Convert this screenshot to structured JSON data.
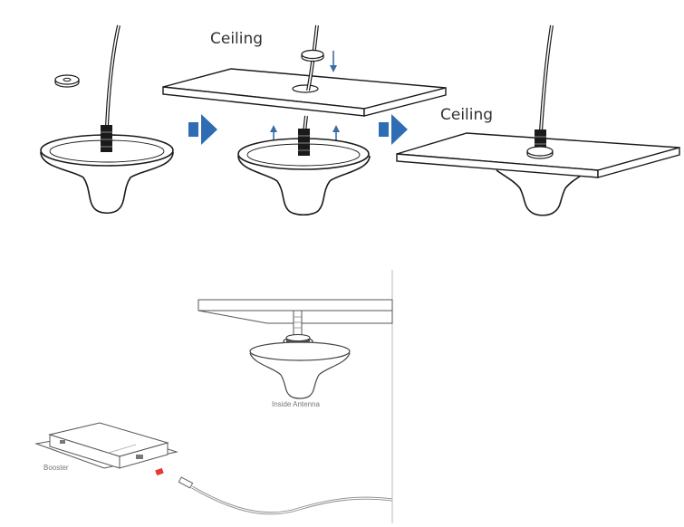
{
  "labels": {
    "ceiling_step2": "Ceiling",
    "ceiling_step3": "Ceiling",
    "inside_antenna": "Inside Antenna",
    "booster": "Booster"
  },
  "colors": {
    "line": "#1a1a1a",
    "step_arrow": "#2e6db4",
    "motion_arrow": "#3a6ea5",
    "connector_marker": "#e53935",
    "cable_gray": "#9a9a9a"
  },
  "icons": {
    "step_arrow": "right-arrow-icon",
    "motion_arrow": "up-down-arrow-icon"
  }
}
